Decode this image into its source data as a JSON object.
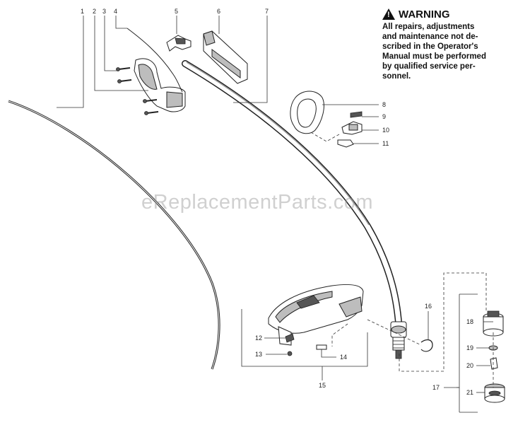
{
  "warning": {
    "icon": "warning-triangle-icon",
    "title": "WARNING",
    "lines": [
      "All repairs, adjustments",
      "and maintenance not de-",
      "scribed in the Operator's",
      "Manual must be performed",
      "by qualified  service per-",
      "sonnel."
    ]
  },
  "watermark": "eReplacementParts.com",
  "callouts": {
    "c1": "1",
    "c2": "2",
    "c3": "3",
    "c4": "4",
    "c5": "5",
    "c6": "6",
    "c7": "7",
    "c8": "8",
    "c9": "9",
    "c10": "10",
    "c11": "11",
    "c12": "12",
    "c13": "13",
    "c14": "14",
    "c15": "15",
    "c16": "16",
    "c17": "17",
    "c18": "18",
    "c19": "19",
    "c20": "20",
    "c21": "21"
  }
}
